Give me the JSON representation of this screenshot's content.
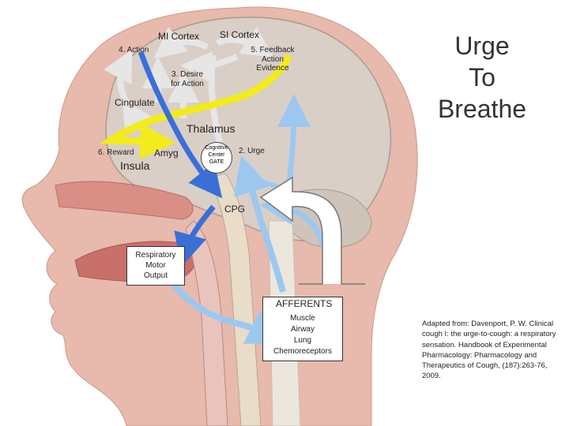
{
  "title": [
    "Urge",
    "To",
    "Breathe"
  ],
  "labels": {
    "mi_cortex": "MI Cortex",
    "si_cortex": "SI Cortex",
    "action": "4. Action",
    "feedback": [
      "5. Feedback",
      "Action",
      "Evidence"
    ],
    "desire": [
      "3. Desire",
      "for Action"
    ],
    "cingulate": "Cingulate",
    "thalamus": "Thalamus",
    "reward": "6. Reward",
    "amyg": "Amyg",
    "insula": "Insula",
    "cognitive_gate": [
      "Cognitive",
      "Center",
      "GATE"
    ],
    "urge": "2. Urge",
    "cpg": "CPG",
    "resp_motor": [
      "Respiratory",
      "Motor",
      "Output"
    ],
    "afferents": "AFFERENTS",
    "receptors": [
      "Muscle",
      "Airway",
      "Lung",
      "Chemoreceptors"
    ]
  },
  "citation": "Adapted from: Davenport, P. W. Clinical cough I: the urge-to-cough: a respiratory sensation. Handbook of Experimental Pharmacology: Pharmacology and Therapeutics of Cough, (187):263-76, 2009.",
  "colors": {
    "yellow_path": "#f2ec1a",
    "blue_efferent": "#3a6fd8",
    "light_blue_afferent": "#9cc8f0",
    "gray_arrow": "#e6e6e6",
    "skin": "#e8b9ad",
    "brain": "#d9cfc7"
  }
}
